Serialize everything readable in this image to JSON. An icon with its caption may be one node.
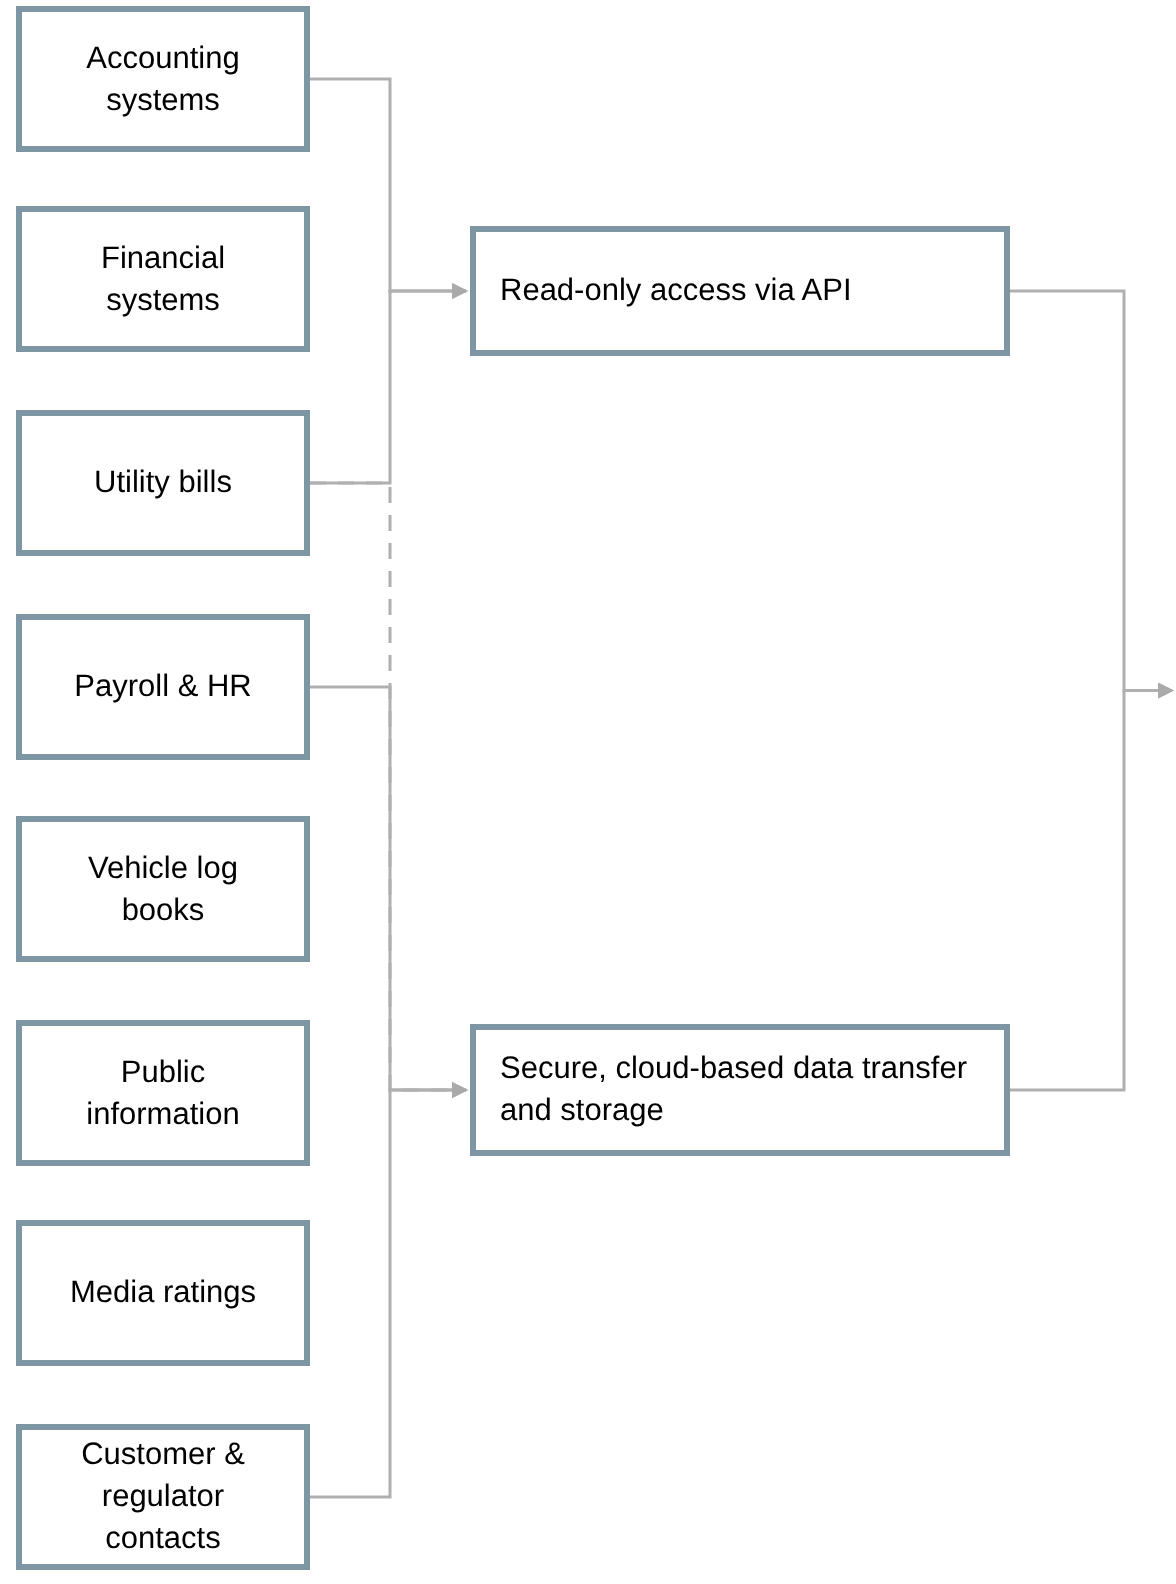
{
  "diagram": {
    "nodes": [
      {
        "text": [
          "Accounting systems"
        ]
      },
      {
        "text": [
          "Financial systems"
        ]
      },
      {
        "text": [
          "Utility bills"
        ]
      },
      {
        "text": [
          "Payroll & HR"
        ]
      },
      {
        "text": [
          "Vehicle log books"
        ]
      },
      {
        "text": [
          "Public information"
        ]
      },
      {
        "text": [
          "Media ratings"
        ]
      },
      {
        "text": [
          "Customer & regulator contacts"
        ]
      },
      {
        "text": [
          "Read-only access via API"
        ]
      },
      {
        "text": [
          "Secure, cloud-based data transfer and storage"
        ]
      }
    ],
    "edges": [
      {
        "from": 0,
        "to": 8,
        "arrow": "to"
      },
      {
        "from": 2,
        "to": 8,
        "arrow": "to"
      },
      {
        "from": 2,
        "to": 9,
        "arrow": "to",
        "style": "dashed"
      },
      {
        "from": 3,
        "to": 9,
        "arrow": "to"
      },
      {
        "from": 7,
        "to": 9,
        "arrow": "to"
      },
      {
        "from": 8,
        "to": null,
        "arrow": "to"
      },
      {
        "from": 9,
        "to": null,
        "arrow": "to"
      }
    ]
  }
}
